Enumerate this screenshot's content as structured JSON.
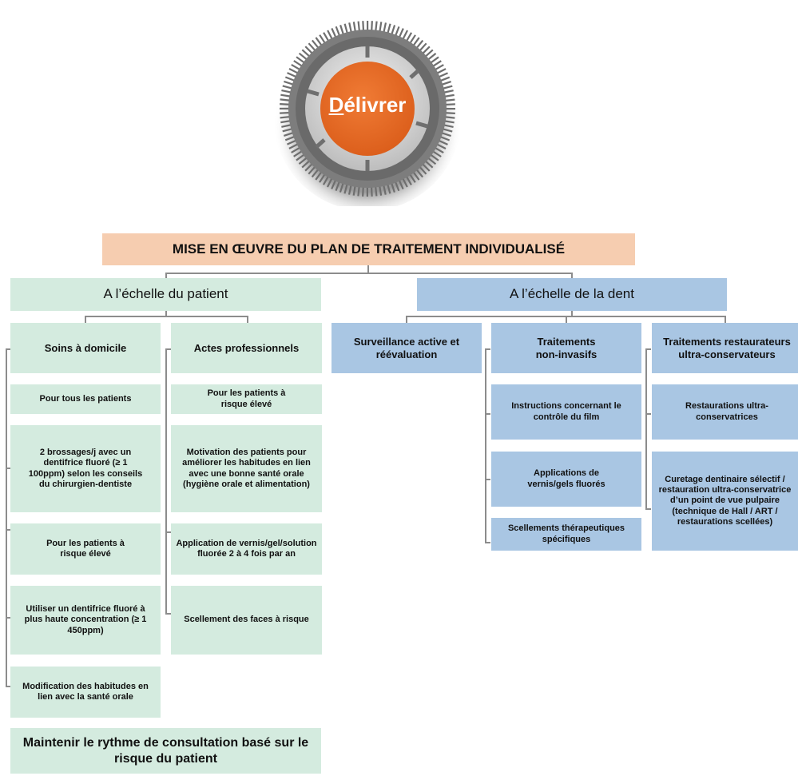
{
  "badge": {
    "first_letter": "D",
    "rest": "élivrer"
  },
  "title": "MISE EN ŒUVRE DU PLAN DE TRAITEMENT INDIVIDUALISÉ",
  "patient": {
    "header": "A l’échelle du patient",
    "home": {
      "header": "Soins à domicile",
      "items": [
        "Pour tous les patients",
        "2 brossages/j avec un dentifrice fluoré (≥ 1 100ppm) selon les conseils du chirurgien-dentiste",
        "Pour les patients à risque élevé",
        "Utiliser un dentifrice fluoré à plus haute concentration (≥ 1 450ppm)",
        "Modification des habitudes en lien avec la santé orale"
      ]
    },
    "pro": {
      "header": "Actes professionnels",
      "items": [
        "Pour les patients à risque élevé",
        "Motivation des patients pour améliorer les habitudes en lien avec une bonne santé orale (hygiène orale et alimentation)",
        "Application de vernis/gel/solution fluorée 2 à 4 fois par an",
        "Scellement des faces à risque"
      ]
    },
    "footer": "Maintenir le rythme de consultation basé sur le risque du patient"
  },
  "tooth": {
    "header": "A l’échelle de la dent",
    "surveillance": {
      "header": "Surveillance active et réévaluation"
    },
    "noninvasive": {
      "header": "Traitements non-invasifs",
      "items": [
        "Instructions concernant le contrôle du film",
        "Applications de vernis/gels fluorés",
        "Scellements thérapeutiques spécifiques"
      ]
    },
    "restorative": {
      "header": "Traitements restaurateurs ultra-conservateurs",
      "items": [
        "Restaurations ultra-conservatrices",
        "Curetage dentinaire sélectif / restauration ultra-conservatrice d’un point de vue pulpaire (technique de Hall / ART / restaurations scellées)"
      ]
    }
  }
}
